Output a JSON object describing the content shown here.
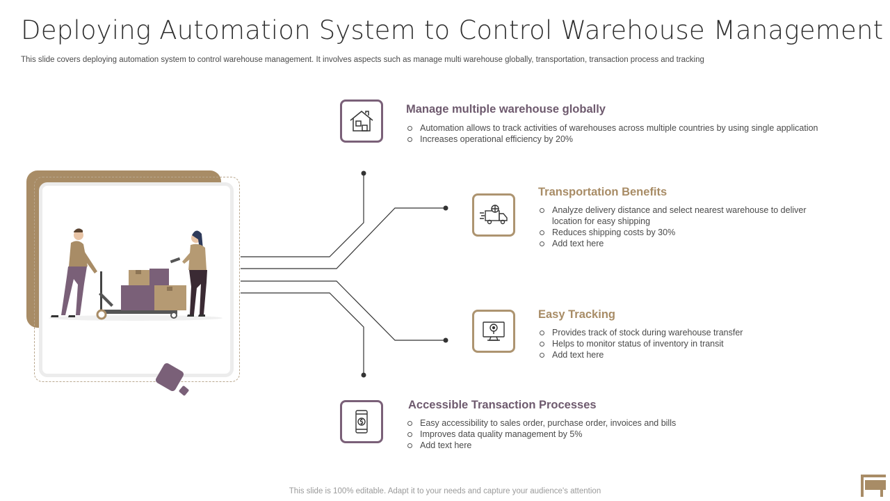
{
  "slide": {
    "title": "Deploying Automation System to Control Warehouse Management",
    "subtitle": "This slide covers deploying automation system to control warehouse management. It involves aspects such as manage multi warehouse globally, transportation, transaction process and tracking",
    "footer": "This slide is 100% editable. Adapt it to your needs and capture your audience's attention"
  },
  "colors": {
    "accent_purple": "#7a6078",
    "accent_gold": "#a88c66",
    "connector": "#333333"
  },
  "items": [
    {
      "title": "Manage multiple warehouse globally",
      "icon": "warehouse-icon",
      "bullets": [
        "Automation allows to track activities of warehouses across multiple countries by using single application",
        "Increases operational efficiency by 20%"
      ]
    },
    {
      "title": "Transportation Benefits",
      "icon": "delivery-truck-icon",
      "bullets": [
        "Analyze delivery distance and select nearest warehouse to deliver location for easy shipping",
        "Reduces shipping costs by 30%",
        "Add text here"
      ]
    },
    {
      "title": "Easy Tracking",
      "icon": "monitor-tracking-icon",
      "bullets": [
        "Provides track of stock during warehouse transfer",
        "Helps to monitor status of inventory in transit",
        "Add text here"
      ]
    },
    {
      "title": "Accessible Transaction Processes",
      "icon": "mobile-payment-icon",
      "bullets": [
        "Easy accessibility to sales order, purchase order, invoices and bills",
        "Improves data quality management by 5%",
        "Add text here"
      ]
    }
  ]
}
